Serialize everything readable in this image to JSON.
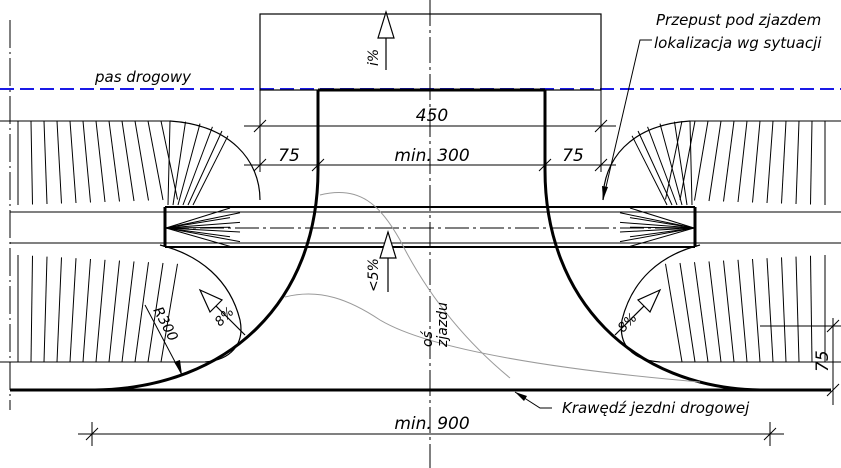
{
  "labels": {
    "road_lane": "pas drogowy",
    "culvert_line1": "Przepust pod zjazdem",
    "culvert_line2": "lokalizacja wg sytuacji",
    "road_edge": "Krawędź jezdni drogowej",
    "axis_line1": "oś",
    "axis_line2": "zjazdu"
  },
  "dimensions": {
    "width_450": "450",
    "min_300": "min. 300",
    "left_75": "75",
    "right_75": "75",
    "min_900": "min. 900",
    "vertical_75": "75",
    "radius": "R300"
  },
  "slopes": {
    "top": "i%",
    "middle": "<5%",
    "left": "8%",
    "right": "8%"
  },
  "colors": {
    "line": "#000000",
    "lane_dash": "#1a1ae6",
    "grey": "#9a9a9a"
  }
}
